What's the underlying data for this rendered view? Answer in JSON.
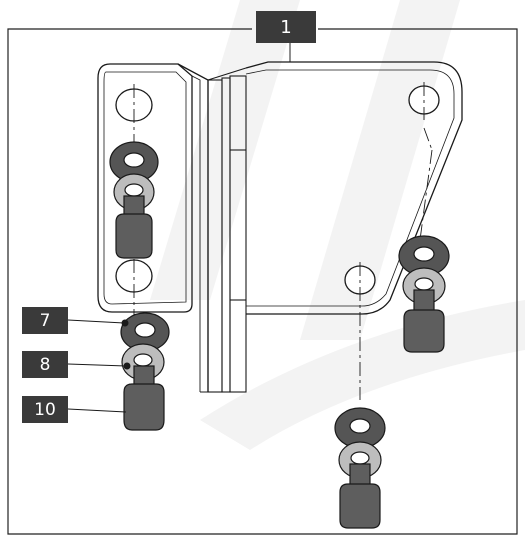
{
  "callouts": {
    "main_assembly": "1",
    "flat_washer": "7",
    "lock_washer": "8",
    "hex_bolt": "10"
  },
  "colors": {
    "ink": "#1a1a1a",
    "washer_dark": "#555555",
    "washer_light": "#bdbdbd",
    "bolt": "#5e5e5e",
    "callout_bg": "#3a3a3a",
    "callout_text": "#ffffff",
    "watermark": "#f3f3f3"
  },
  "icons": {
    "fastener_stack": "washer-lockwasher-bolt-stack",
    "watermark": "brand-watermark-swoosh"
  }
}
